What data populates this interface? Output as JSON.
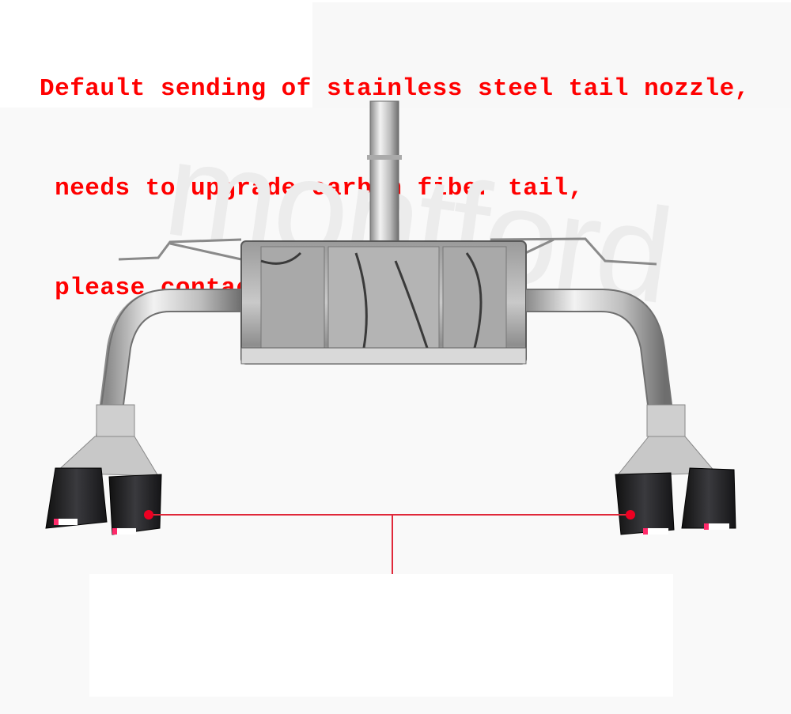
{
  "banner": {
    "lines": [
      "Default sending of stainless steel tail nozzle,",
      " needs to upgrade carbon fiber tail,",
      " please contact me"
    ],
    "color": "#ff0000"
  },
  "watermark": {
    "text": "montford",
    "color": "#ececec"
  },
  "product": {
    "name": "exhaust-system-cat-back",
    "components": [
      "inlet-pipe",
      "rear-muffler",
      "left-tailpipe",
      "right-tailpipe",
      "left-quad-carbon-tips",
      "right-quad-carbon-tips"
    ],
    "tip_color": "#1e1e22",
    "tip_badge_color": "#ff2a6a",
    "annotation_color": "#e0283a"
  },
  "annotation": {
    "description_box": ""
  }
}
